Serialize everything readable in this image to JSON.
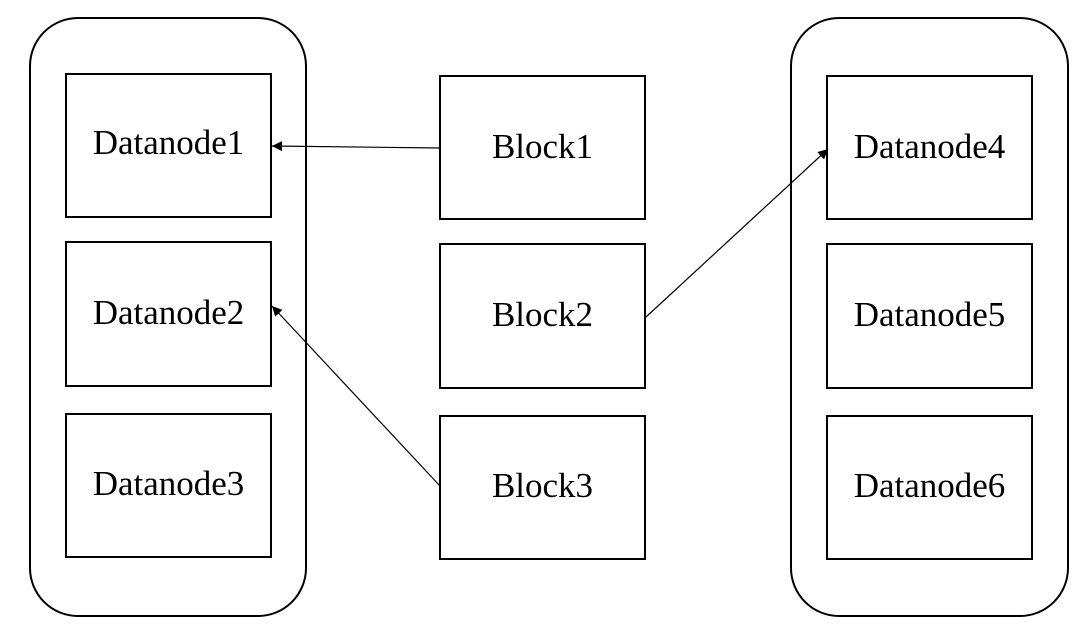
{
  "colors": {
    "stroke": "#000000",
    "background": "#ffffff"
  },
  "groups": [
    {
      "id": "left-group",
      "nodes": [
        "Datanode1",
        "Datanode2",
        "Datanode3"
      ]
    },
    {
      "id": "right-group",
      "nodes": [
        "Datanode4",
        "Datanode5",
        "Datanode6"
      ]
    }
  ],
  "blocks": [
    "Block1",
    "Block2",
    "Block3"
  ],
  "edges": [
    {
      "from": "Block1",
      "to": "Datanode1"
    },
    {
      "from": "Block2",
      "to": "Datanode4"
    },
    {
      "from": "Block3",
      "to": "Datanode2"
    }
  ]
}
